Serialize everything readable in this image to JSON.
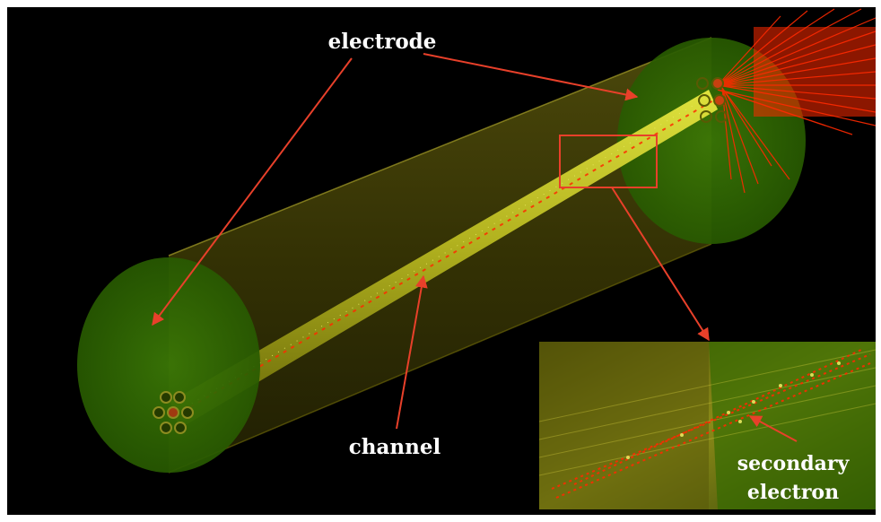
{
  "labels": {
    "electrode": "electrode",
    "channel": "channel",
    "secondary_line1": "secondary",
    "secondary_line2": "electron"
  },
  "colors": {
    "background": "#000000",
    "frame": "#ffffff",
    "cylinder": "#6f6a0c",
    "electrode_disc": "#2f6a00",
    "channel": "#c8c820",
    "particles": "#ff2a00",
    "secondary_particles": "#e8e860",
    "arrow": "#e8402a",
    "label": "#ffffff"
  },
  "icons": {
    "electrode_left": "electrode-disc",
    "electrode_right": "electrode-disc",
    "zoom_box": "zoom-rectangle"
  }
}
